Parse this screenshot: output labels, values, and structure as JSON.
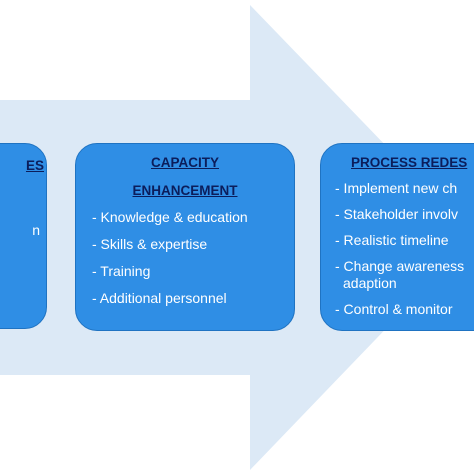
{
  "colors": {
    "arrow_fill": "#dce9f6",
    "box_fill": "#2f8ee5",
    "box_border": "#1f73c2",
    "title_text": "#0b1d5b",
    "item_text": "#ffffff"
  },
  "left_box": {
    "title_fragment": "ES",
    "text_fragment": "n"
  },
  "capacity_box": {
    "title_line1": "CAPACITY",
    "title_line2": "ENHANCEMENT",
    "items": [
      "- Knowledge & education",
      "- Skills & expertise",
      "- Training",
      "- Additional personnel"
    ]
  },
  "process_box": {
    "title": "PROCESS REDES",
    "items": [
      "- Implement new ch",
      "- Stakeholder involv",
      "- Realistic timeline",
      "- Change awareness",
      "adaption",
      "- Control & monitor"
    ]
  }
}
